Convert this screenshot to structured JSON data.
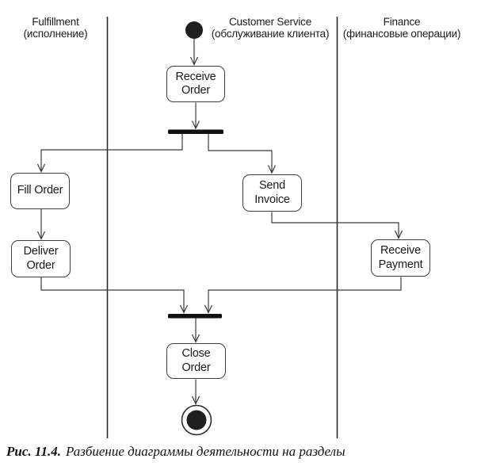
{
  "lanes": [
    {
      "name": "Fulfillment",
      "label": "Fulfillment\n(исполнение)"
    },
    {
      "name": "Customer Service",
      "label": "Customer Service\n(обслуживание клиента)"
    },
    {
      "name": "Finance",
      "label": "Finance\n(финансовые операции)"
    }
  ],
  "activities": {
    "receive_order": {
      "label": "Receive\nOrder",
      "lane": "Customer Service"
    },
    "fill_order": {
      "label": "Fill Order",
      "lane": "Fulfillment"
    },
    "send_invoice": {
      "label": "Send\nInvoice",
      "lane": "Customer Service"
    },
    "deliver_order": {
      "label": "Deliver\nOrder",
      "lane": "Fulfillment"
    },
    "receive_payment": {
      "label": "Receive\nPayment",
      "lane": "Finance"
    },
    "close_order": {
      "label": "Close\nOrder",
      "lane": "Customer Service"
    }
  },
  "control_nodes": [
    "initial-node",
    "fork-bar",
    "join-bar",
    "final-node"
  ],
  "flow": [
    "initial-node -> Receive Order",
    "Receive Order -> fork-bar",
    "fork-bar -> Fill Order",
    "fork-bar -> Send Invoice",
    "Fill Order -> Deliver Order",
    "Send Invoice -> Receive Payment",
    "Deliver Order -> join-bar",
    "Receive Payment -> join-bar",
    "join-bar -> Close Order",
    "Close Order -> final-node"
  ],
  "caption": {
    "prefix": "Рис. 11.4.",
    "text": "Разбиение диаграммы деятельности на разделы"
  },
  "colors": {
    "ink": "#1f1f1f",
    "line": "#3a3a3a",
    "background": "#ffffff"
  }
}
